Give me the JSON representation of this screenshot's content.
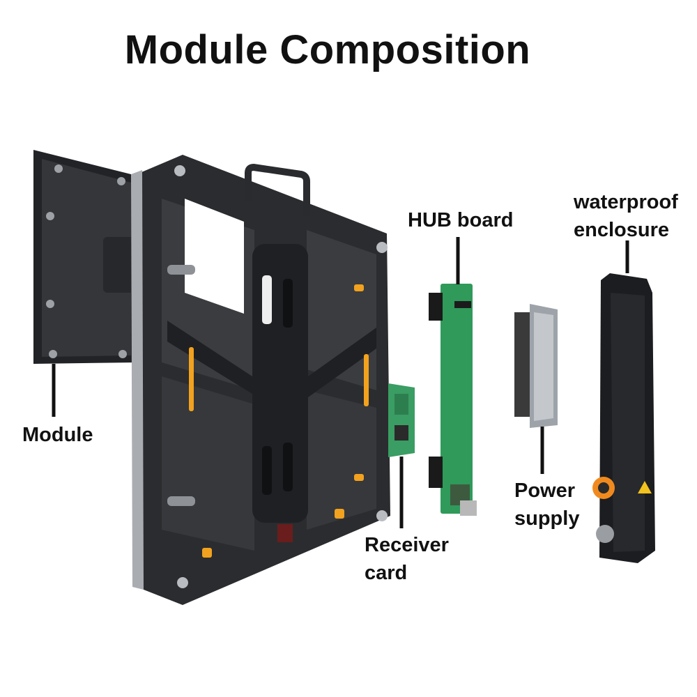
{
  "title": "Module Composition",
  "labels": {
    "module": "Module",
    "hub_board": "HUB board",
    "enclosure_line1": "waterproof",
    "enclosure_line2": "enclosure",
    "receiver_line1": "Receiver",
    "receiver_line2": "card",
    "power_line1": "Power",
    "power_line2": "supply"
  },
  "colors": {
    "cabinet": "#2b2c2f",
    "cabinet_dark": "#1c1d20",
    "panel": "#323438",
    "pcb_green": "#2f9a5a",
    "accent_orange": "#f2a21e",
    "silver": "#b9bcc1",
    "text": "#111111"
  }
}
